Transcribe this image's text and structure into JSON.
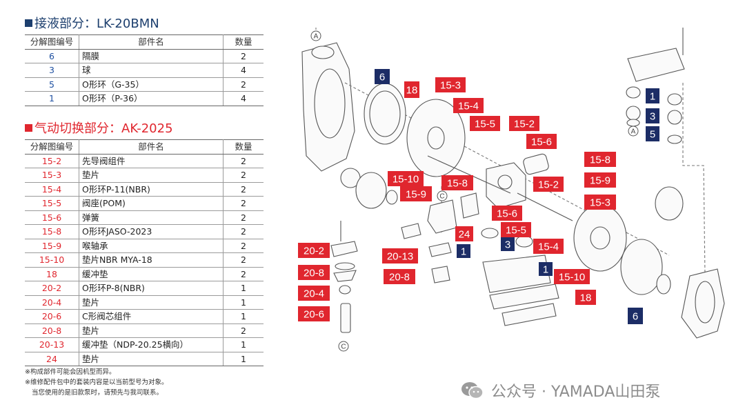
{
  "section1": {
    "title": "接液部分：LK-20BMN",
    "headers": [
      "分解图编号",
      "部件名",
      "数量"
    ],
    "rows": [
      {
        "no": "6",
        "name": "隔膜",
        "qty": "2"
      },
      {
        "no": "3",
        "name": "球",
        "qty": "4"
      },
      {
        "no": "5",
        "name": "O形环（G-35）",
        "qty": "2"
      },
      {
        "no": "1",
        "name": "O形环（P-36）",
        "qty": "4"
      }
    ]
  },
  "section2": {
    "title": "气动切换部分：AK-2025",
    "headers": [
      "分解图编号",
      "部件名",
      "数量"
    ],
    "rows": [
      {
        "no": "15-2",
        "name": "先导阀组件",
        "qty": "2"
      },
      {
        "no": "15-3",
        "name": "垫片",
        "qty": "2"
      },
      {
        "no": "15-4",
        "name": "O形环P-11(NBR)",
        "qty": "2"
      },
      {
        "no": "15-5",
        "name": "阀座(POM)",
        "qty": "2"
      },
      {
        "no": "15-6",
        "name": "弹簧",
        "qty": "2"
      },
      {
        "no": "15-8",
        "name": "O形环JASO-2023",
        "qty": "2"
      },
      {
        "no": "15-9",
        "name": "喉轴承",
        "qty": "2"
      },
      {
        "no": "15-10",
        "name": "垫片NBR MYA-18",
        "qty": "2"
      },
      {
        "no": "18",
        "name": "缓冲垫",
        "qty": "2"
      },
      {
        "no": "20-2",
        "name": "O形环P-8(NBR)",
        "qty": "1"
      },
      {
        "no": "20-4",
        "name": "垫片",
        "qty": "1"
      },
      {
        "no": "20-6",
        "name": "C形阀芯组件",
        "qty": "1"
      },
      {
        "no": "20-8",
        "name": "垫片",
        "qty": "2"
      },
      {
        "no": "20-13",
        "name": "缓冲垫（NDP-20.25横向）",
        "qty": "1"
      },
      {
        "no": "24",
        "name": "垫片",
        "qty": "1"
      }
    ]
  },
  "notes": [
    "※构成部件可能会因机型而异。",
    "※维修配件包中的套装内容是以当前型号为对象。",
    "当您使用的是旧款泵时，请预先与我司联系。"
  ],
  "diagram": {
    "colors": {
      "red": "#e0262e",
      "navy": "#1c2d66",
      "line": "#555555"
    },
    "markers": [
      "A",
      "A",
      "C",
      "C"
    ],
    "callouts": [
      {
        "label": "6",
        "style": "navy"
      },
      {
        "label": "18",
        "style": "red"
      },
      {
        "label": "15-3",
        "style": "red"
      },
      {
        "label": "15-4",
        "style": "red"
      },
      {
        "label": "15-5",
        "style": "red"
      },
      {
        "label": "15-2",
        "style": "red"
      },
      {
        "label": "15-6",
        "style": "red"
      },
      {
        "label": "15-10",
        "style": "red"
      },
      {
        "label": "15-9",
        "style": "red"
      },
      {
        "label": "15-8",
        "style": "red"
      },
      {
        "label": "15-8",
        "style": "red"
      },
      {
        "label": "15-2",
        "style": "red"
      },
      {
        "label": "15-9",
        "style": "red"
      },
      {
        "label": "15-3",
        "style": "red"
      },
      {
        "label": "15-6",
        "style": "red"
      },
      {
        "label": "15-5",
        "style": "red"
      },
      {
        "label": "15-4",
        "style": "red"
      },
      {
        "label": "24",
        "style": "red"
      },
      {
        "label": "3",
        "style": "navy"
      },
      {
        "label": "1",
        "style": "navy"
      },
      {
        "label": "1",
        "style": "navy"
      },
      {
        "label": "20-13",
        "style": "red"
      },
      {
        "label": "20-8",
        "style": "red"
      },
      {
        "label": "20-2",
        "style": "red"
      },
      {
        "label": "20-8",
        "style": "red"
      },
      {
        "label": "20-4",
        "style": "red"
      },
      {
        "label": "20-6",
        "style": "red"
      },
      {
        "label": "15-10",
        "style": "red"
      },
      {
        "label": "18",
        "style": "red"
      },
      {
        "label": "6",
        "style": "navy"
      },
      {
        "label": "1",
        "style": "navy"
      },
      {
        "label": "3",
        "style": "navy"
      },
      {
        "label": "5",
        "style": "navy"
      }
    ]
  },
  "watermark": {
    "text": "公众号 · YAMADA山田泵",
    "icon": "wechat-icon"
  }
}
